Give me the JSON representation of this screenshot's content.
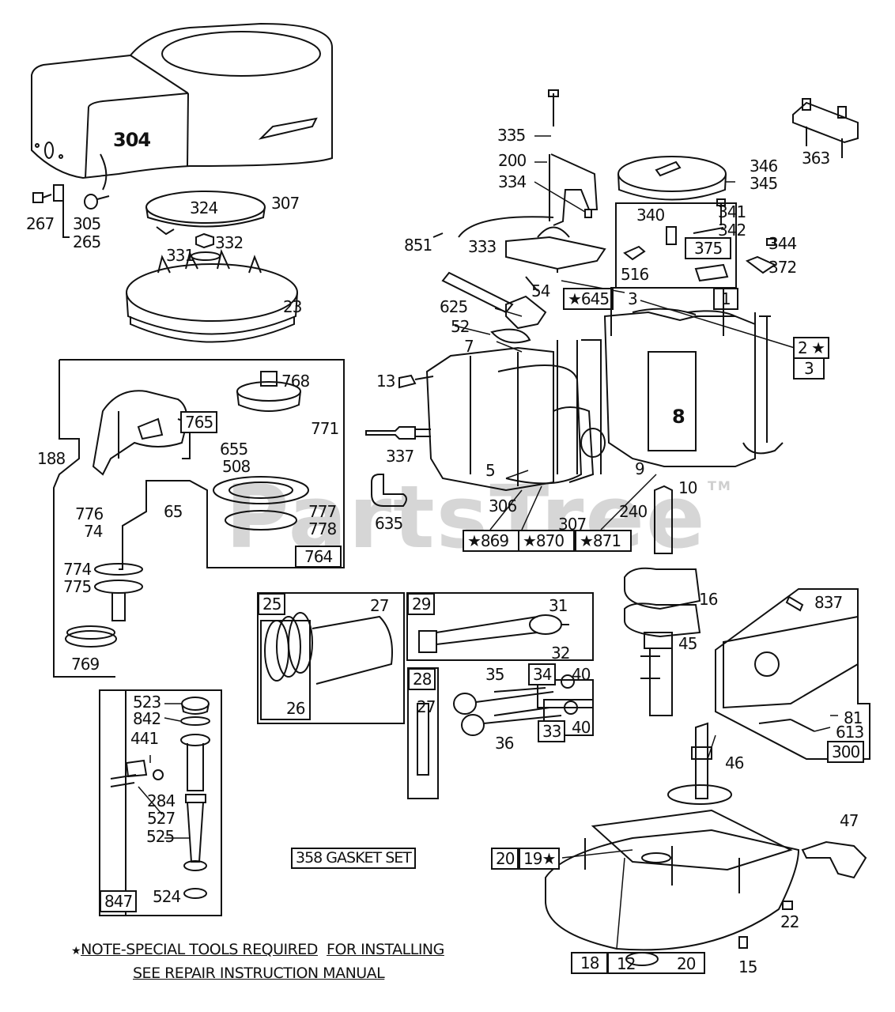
{
  "title": "Engine parts diagram",
  "watermark": {
    "text": "PartsTree",
    "tm": "TM"
  },
  "labels": {
    "l304": "304",
    "l267": "267",
    "l265": "265",
    "l305": "305",
    "l324": "324",
    "l307a": "307",
    "l332": "332",
    "l331": "331",
    "l23": "23",
    "l335": "335",
    "l200": "200",
    "l334": "334",
    "l851": "851",
    "l333": "333",
    "l346": "346",
    "l345": "345",
    "l363": "363",
    "l340": "340",
    "l341": "341",
    "l342": "342",
    "l344": "344",
    "l372": "372",
    "l516": "516",
    "l54": "54",
    "l625": "625",
    "l52": "52",
    "l7": "7",
    "l13": "13",
    "l3top": "3",
    "l8": "8",
    "l337": "337",
    "l5": "5",
    "l9": "9",
    "l10": "10",
    "l306": "306",
    "l307b": "307",
    "l240": "240",
    "l635": "635",
    "l188": "188",
    "l768": "768",
    "l771": "771",
    "l655": "655",
    "l508": "508",
    "l776": "776",
    "l74": "74",
    "l65": "65",
    "l777": "777",
    "l778": "778",
    "l774": "774",
    "l775": "775",
    "l769": "769",
    "l27a": "27",
    "l26": "26",
    "l31": "31",
    "l32": "32",
    "l27b": "27",
    "l35": "35",
    "l40a": "40",
    "l40b": "40",
    "l36": "36",
    "l16": "16",
    "l45": "45",
    "l837": "837",
    "l81": "81",
    "l613": "613",
    "l46": "46",
    "l523": "523",
    "l842": "842",
    "l441": "441",
    "l284": "284",
    "l527": "527",
    "l525": "525",
    "l524": "524",
    "l47": "47",
    "l22": "22",
    "l15": "15",
    "l12": "12",
    "l20b": "20"
  },
  "boxes": {
    "b645": "★645",
    "b1": "1",
    "b2": "2 ★",
    "b3": "3",
    "b375": "375",
    "b869": "★869",
    "b870": "★870",
    "b871": "★871",
    "b765": "765",
    "b764": "764",
    "b25": "25",
    "b29": "29",
    "b28": "28",
    "b34": "34",
    "b33": "33",
    "b300": "300",
    "b847": "847",
    "b358": "358 GASKET SET",
    "b20": "20",
    "b19": "19★",
    "b18": "18"
  },
  "note": {
    "star": "★",
    "line1a": "NOTE-SPECIAL TOOLS REQUIRED",
    "line1b": "FOR INSTALLING",
    "line2": "SEE REPAIR INSTRUCTION MANUAL"
  }
}
